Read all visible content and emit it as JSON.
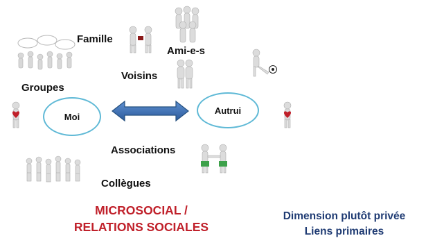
{
  "labels": {
    "famille": "Famille",
    "amis": "Ami-e-s",
    "voisins": "Voisins",
    "groupes": "Groupes",
    "associations": "Associations",
    "collegues": "Collègues"
  },
  "nodes": {
    "moi": "Moi",
    "autrui": "Autrui"
  },
  "footer": {
    "left_line1": "MICROSOCIAL /",
    "left_line2": "RELATIONS SOCIALES",
    "right_line1": "Dimension plutôt privée",
    "right_line2": "Liens primaires"
  },
  "colors": {
    "ellipse_border": "#5fb9d6",
    "arrow_fill": "#3a6fb5",
    "title_red": "#c0202a",
    "title_blue": "#1f3b73"
  }
}
